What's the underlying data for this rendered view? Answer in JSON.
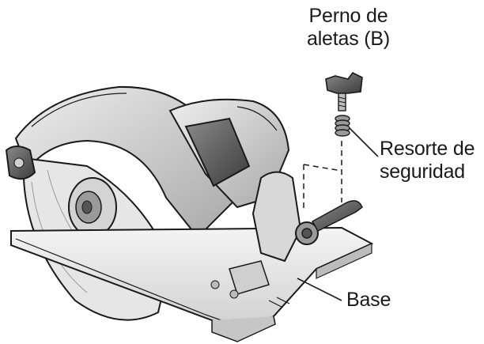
{
  "labels": {
    "wing_bolt": {
      "line1": "Perno de",
      "line2": "aletas (B)"
    },
    "safety_spring": {
      "line1": "Resorte de",
      "line2": "seguridad"
    },
    "base": "Base"
  },
  "icons": [
    "circular-saw-illustration",
    "wing-bolt-icon",
    "safety-spring-icon"
  ],
  "colors": {
    "line_art": "#1a1a1a",
    "metal_gray": "#9a9a9a",
    "dark_part": "#555555",
    "background": "#ffffff"
  }
}
